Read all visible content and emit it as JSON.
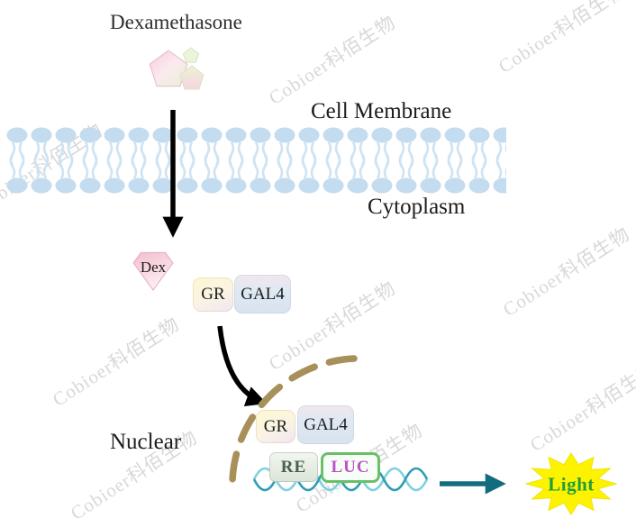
{
  "diagram": {
    "title": "Dexamethasone",
    "labels": {
      "cell_membrane": "Cell Membrane",
      "cytoplasm": "Cytoplasm",
      "nuclear": "Nuclear",
      "dex": "Dex",
      "light": "Light"
    },
    "cytoplasm_complex": {
      "gr": "GR",
      "gal4": "GAL4"
    },
    "nucleus_complex": {
      "gr": "GR",
      "gal4": "GAL4",
      "re": "RE",
      "luc": "LUC"
    },
    "watermark": "Cobioer科佰生物",
    "colors": {
      "membrane_lipid": "#c3dcef",
      "arrow_black": "#000000",
      "nuclear_envelope": "#a8905a",
      "dna_strand_dark": "#2f9db5",
      "dna_strand_light": "#7fd0e0",
      "light_arrow": "#136b7e",
      "starburst_fill": "#fdf300",
      "light_text": "#1f9e3c",
      "luc_text": "#c050c8",
      "luc_border": "#6abf69",
      "crystal_pink": "#f6cdd9",
      "crystal_green": "#e4f0d4"
    }
  }
}
